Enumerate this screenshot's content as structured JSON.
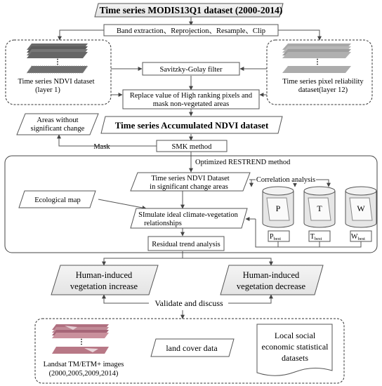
{
  "title": "Time series MODIS13Q1 dataset (2000-2014)",
  "preprocess": "Band extraction、Reprojection、Resample、Clip",
  "ndvi_dataset": [
    "Time series NDVI dataset",
    "(layer 1)"
  ],
  "reliability_dataset": [
    "Time series pixel reliability",
    "dataset(layer 12)"
  ],
  "sg_filter": "Savitzky-Golay filter",
  "replace_step": [
    "Replace value of High ranking pixels and",
    "mask  non-vegetated areas"
  ],
  "no_change": [
    "Areas without",
    "significant change"
  ],
  "accumulated": "Time series  Accumulated NDVI dataset",
  "mask_label": "Mask",
  "smk": "SMK method",
  "restrend_title": "Optimized RESTREND method",
  "sig_change": [
    "Time series  NDVI Dataset",
    "in significant change areas"
  ],
  "correlation": "Correlation analysis",
  "ecological_map": "Ecological map",
  "simulate": [
    "SImulate ideal climate-vegetation",
    "relationships"
  ],
  "residual": "Residual trend  analysis",
  "climate": [
    {
      "name": "P",
      "best": "P",
      "sub": "best"
    },
    {
      "name": "T",
      "best": "T",
      "sub": "best"
    },
    {
      "name": "W",
      "best": "W",
      "sub": "best"
    }
  ],
  "human_increase": [
    "Human-induced",
    "vegetation increase"
  ],
  "human_decrease": [
    "Human-induced",
    "vegetation decrease"
  ],
  "validate": "Validate and discuss",
  "landsat": [
    "Landsat TM/ETM+ images",
    "(2000,2005,2009,2014)"
  ],
  "land_cover": "land cover data",
  "socio": [
    "Local social",
    "economic statistical",
    "datasets"
  ]
}
